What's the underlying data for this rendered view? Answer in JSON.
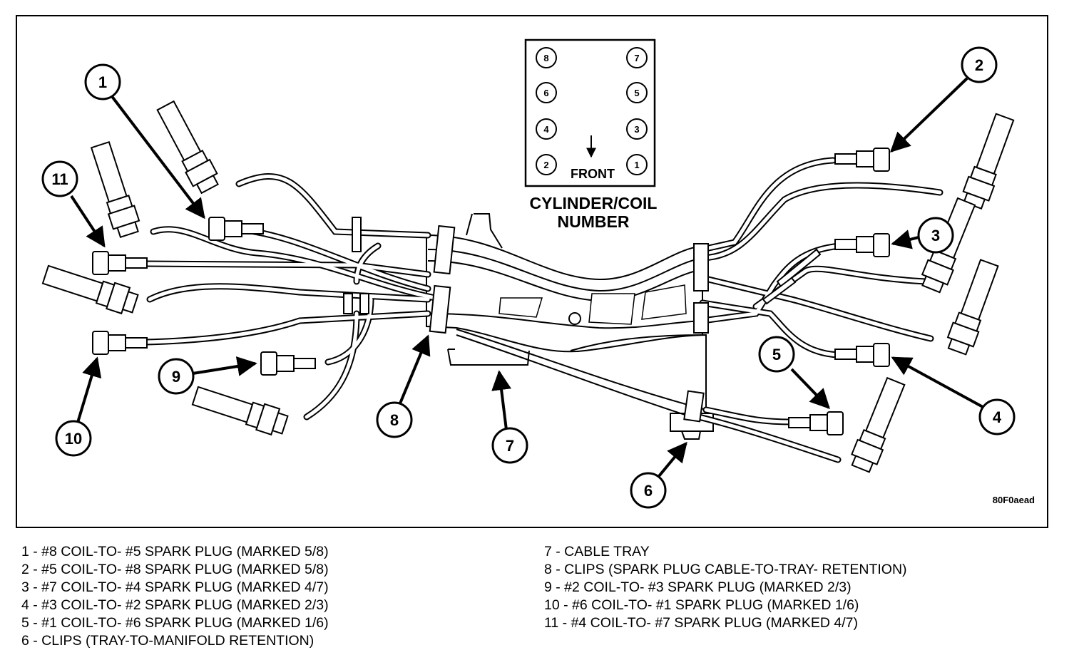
{
  "diagram": {
    "cylinder_box": {
      "numbers": [
        "8",
        "7",
        "6",
        "5",
        "4",
        "3",
        "2",
        "1"
      ],
      "front_label": "FRONT",
      "caption_line1": "CYLINDER/COIL",
      "caption_line2": "NUMBER"
    },
    "callouts": [
      "1",
      "2",
      "3",
      "4",
      "5",
      "6",
      "7",
      "8",
      "9",
      "10",
      "11"
    ],
    "figure_id": "80F0aead"
  },
  "legend": {
    "left": [
      "1 - #8 COIL-TO- #5 SPARK PLUG (MARKED 5/8)",
      "2 - #5 COIL-TO- #8 SPARK PLUG (MARKED 5/8)",
      "3 - #7 COIL-TO- #4 SPARK PLUG (MARKED 4/7)",
      "4 - #3 COIL-TO- #2 SPARK PLUG (MARKED 2/3)",
      "5 - #1 COIL-TO- #6 SPARK PLUG (MARKED 1/6)",
      "6 - CLIPS (TRAY-TO-MANIFOLD RETENTION)"
    ],
    "right": [
      "7 - CABLE TRAY",
      "8 - CLIPS (SPARK PLUG CABLE-TO-TRAY- RETENTION)",
      "9 - #2 COIL-TO- #3 SPARK PLUG (MARKED 2/3)",
      "10 - #6 COIL-TO- #1 SPARK PLUG (MARKED 1/6)",
      "11 - #4 COIL-TO- #7 SPARK PLUG (MARKED 4/7)"
    ]
  }
}
